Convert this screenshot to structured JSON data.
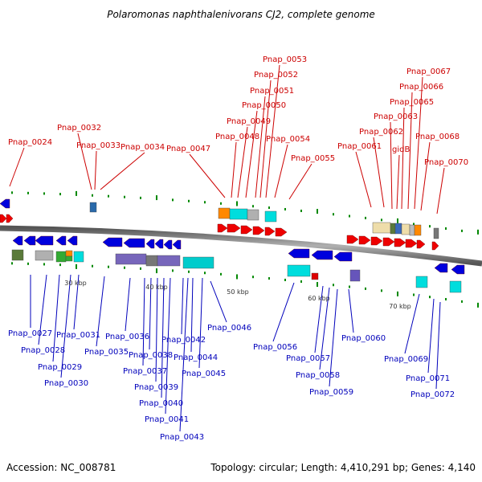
{
  "title": "Polaromonas naphthalenivorans CJ2, complete genome",
  "footer": {
    "accession": "Accession: NC_008781",
    "summary": "Topology: circular; Length: 4,410,291 bp; Genes: 4,140"
  },
  "scale_ticks": [
    "30 kbp",
    "40 kbp",
    "50 kbp",
    "60 kbp",
    "70 kbp"
  ],
  "top_labels": [
    "Pnap_0024",
    "Pnap_0032",
    "Pnap_0033",
    "Pnap_0034",
    "Pnap_0047",
    "Pnap_0048",
    "Pnap_0049",
    "Pnap_0050",
    "Pnap_0051",
    "Pnap_0052",
    "Pnap_0053",
    "Pnap_0054",
    "Pnap_0055",
    "Pnap_0061",
    "Pnap_0062",
    "Pnap_0063",
    "gidB",
    "Pnap_0065",
    "Pnap_0066",
    "Pnap_0067",
    "Pnap_0068",
    "Pnap_0070"
  ],
  "bottom_labels": [
    "Pnap_0027",
    "Pnap_0028",
    "Pnap_0029",
    "Pnap_0030",
    "Pnap_0031",
    "Pnap_0035",
    "Pnap_0036",
    "Pnap_0037",
    "Pnap_0038",
    "Pnap_0039",
    "Pnap_0040",
    "Pnap_0041",
    "Pnap_0042",
    "Pnap_0043",
    "Pnap_0044",
    "Pnap_0045",
    "Pnap_0046",
    "Pnap_0056",
    "Pnap_0057",
    "Pnap_0058",
    "Pnap_0059",
    "Pnap_0060",
    "Pnap_0069",
    "Pnap_0071",
    "Pnap_0072"
  ],
  "colors": {
    "forward_gene": "#ee0000",
    "reverse_gene": "#0000dd",
    "top_label": "#cc0000",
    "bottom_label": "#0000bb",
    "backbone": "#808080",
    "tick_mark": "#008800"
  }
}
